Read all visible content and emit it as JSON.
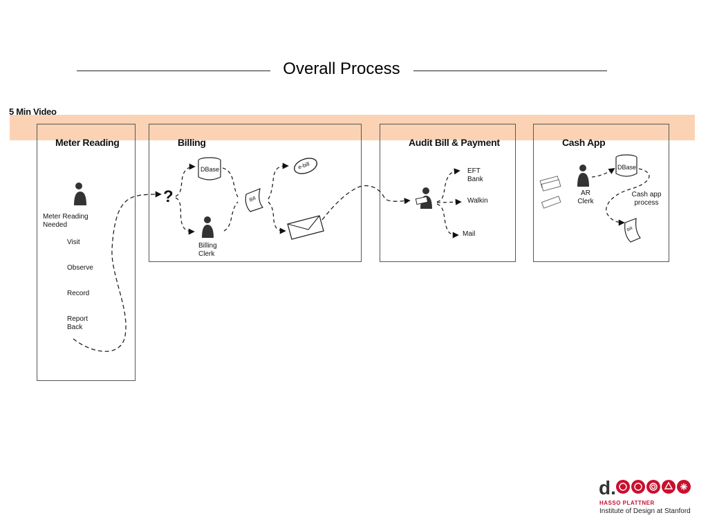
{
  "title": "Overall Process",
  "subtitle": "5 Min Video",
  "stages": {
    "meter_reading": {
      "title": "Meter Reading",
      "need_label": "Meter Reading Needed",
      "steps": [
        "Visit",
        "Observe",
        "Record",
        "Report Back"
      ]
    },
    "billing": {
      "title": "Billing",
      "question": "?",
      "dbase": "DBase",
      "clerk": "Billing Clerk",
      "bill": "Bill",
      "ebill": "e-bill"
    },
    "audit": {
      "title": "Audit Bill & Payment",
      "eft": "EFT Bank",
      "walkin": "Walkin",
      "mail": "Mail"
    },
    "cash_app": {
      "title": "Cash App",
      "clerk": "AR Clerk",
      "dbase": "DBase",
      "process": "Cash app process",
      "bill": "Bill"
    }
  },
  "logo": {
    "mark": "d.",
    "name": "HASSO PLATTNER",
    "institute": "Institute of Design at Stanford",
    "color": "#c8102e"
  },
  "colors": {
    "band": "#fbd3b4",
    "line": "#222222"
  }
}
